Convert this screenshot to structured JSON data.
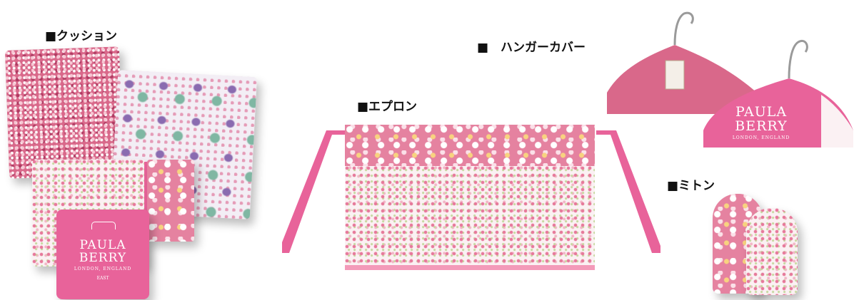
{
  "labels": {
    "cushion": "■クッション",
    "hanger": "■　ハンガーカバー",
    "apron": "■エプロン",
    "mitten": "■ミトン"
  },
  "brand": {
    "name_line1": "PAULA",
    "name_line2": "BERRY",
    "location": "LONDON, ENGLAND",
    "sub": "EAST"
  },
  "colors": {
    "accent_pink": "#e8639a",
    "floral_pink": "#d9688a",
    "floral_white": "#fbf1f3"
  }
}
